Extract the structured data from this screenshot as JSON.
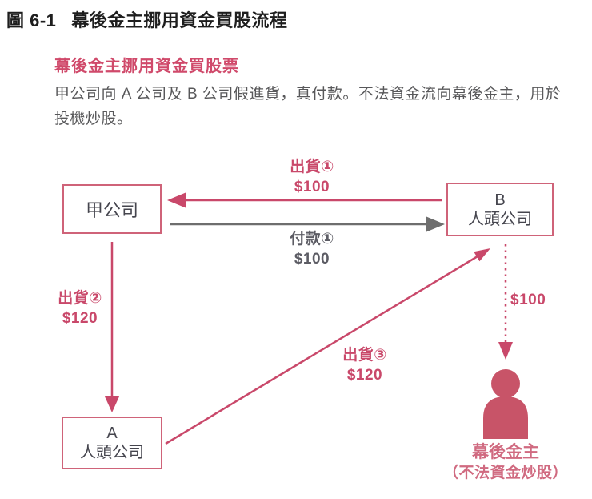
{
  "page": {
    "figure_label": "圖 6-1",
    "title": "幕後金主挪用資金買股流程",
    "subtitle": "幕後金主挪用資金買股票",
    "description": "甲公司向 A 公司及 B 公司假進貨，真付款。不法資金流向幕後金主，用於投機炒股。"
  },
  "diagram": {
    "nodes": {
      "company_jia": {
        "label": "甲公司"
      },
      "company_b": {
        "line1": "B",
        "line2": "人頭公司"
      },
      "company_a": {
        "line1": "A",
        "line2": "人頭公司"
      },
      "financier": {
        "line1": "幕後金主",
        "line2": "（不法資金炒股）"
      }
    },
    "edges": {
      "shipment1": {
        "label": "出貨①",
        "amount": "$100",
        "from": "B 人頭公司",
        "to": "甲公司",
        "line": "solid",
        "color": "pink"
      },
      "payment1": {
        "label": "付款①",
        "amount": "$100",
        "from": "甲公司",
        "to": "B 人頭公司",
        "line": "solid",
        "color": "gray"
      },
      "shipment2": {
        "label": "出貨②",
        "amount": "$120",
        "from": "甲公司",
        "to": "A 人頭公司",
        "line": "solid",
        "color": "pink"
      },
      "shipment3": {
        "label": "出貨③",
        "amount": "$120",
        "from": "A 人頭公司",
        "to": "B 人頭公司",
        "line": "solid",
        "color": "pink"
      },
      "funds_to_financier": {
        "amount": "$100",
        "from": "B 人頭公司",
        "to": "幕後金主",
        "line": "dotted",
        "color": "pink"
      }
    }
  },
  "colors": {
    "accent_pink": "#c9486a",
    "box_border_pink": "#cf6379",
    "person_fill": "#c85468",
    "caption_pink": "#d06a80",
    "gray_arrow": "#6e6e6e",
    "title_text": "#1e1e1e",
    "body_text": "#58585a",
    "box_text": "#45454e"
  }
}
